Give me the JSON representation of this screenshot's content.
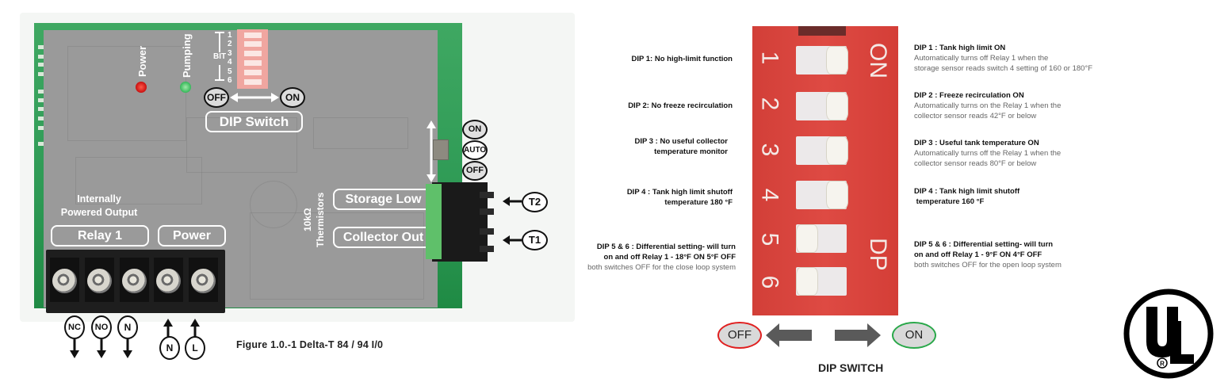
{
  "board": {
    "leds": [
      {
        "label": "Power",
        "color": "#e02020"
      },
      {
        "label": "Pumping",
        "color": "#3cc060"
      }
    ],
    "bit_label": "BIT",
    "bit_numbers": [
      "1",
      "2",
      "3",
      "4",
      "5",
      "6"
    ],
    "dip_direction": {
      "off": "OFF",
      "on": "ON"
    },
    "dip_switch_label": "DIP Switch",
    "mode_switch": [
      "ON",
      "AUTO",
      "OFF"
    ],
    "internally_powered_output": [
      "Internally",
      "Powered Output"
    ],
    "relay_label": "Relay 1",
    "power_label": "Power",
    "thermistors_resistance": "10kΩ",
    "thermistors_label": "Thermistors",
    "storage_low_label": "Storage Low",
    "collector_out_label": "Collector Out",
    "sensor_tags": [
      "T2",
      "T1"
    ],
    "output_terminals": [
      "NC",
      "NO",
      "N"
    ],
    "input_terminals": [
      "N",
      "L"
    ],
    "figure_caption": "Figure 1.0.-1 Delta-T 84 / 94 I/0"
  },
  "dip_off_descriptions": [
    {
      "lines": [
        "DIP 1: No high-limit function"
      ]
    },
    {
      "lines": [
        "DIP 2: No freeze recirculation"
      ]
    },
    {
      "lines": [
        "DIP 3 : No useful collector",
        "temperature monitor"
      ]
    },
    {
      "lines": [
        "DIP 4 : Tank high limit shutoff",
        "temperature 180 °F"
      ]
    },
    {
      "lines": [
        "DIP 5 & 6 : Differential setting- will turn",
        "on and off Relay 1 - 18°F ON 5°F OFF"
      ],
      "note": "both switches OFF for the close loop system"
    }
  ],
  "dip_on_descriptions": [
    {
      "title": "DIP 1 : Tank high limit ON",
      "note": [
        "Automatically turns off Relay 1 when the",
        "storage sensor reads switch 4 setting of 160 or 180°F"
      ]
    },
    {
      "title": "DIP 2 : Freeze recirculation ON",
      "note": [
        "Automatically turns on the Relay 1 when the",
        "collector sensor reads 42°F or below"
      ]
    },
    {
      "title": "DIP 3 : Useful tank temperature ON",
      "note": [
        "Automatically turns off the Relay 1 when the",
        "collector sensor reads 80°F or below"
      ]
    },
    {
      "title": "DIP 4 : Tank high limit shutoff",
      "title2": " temperature 160 °F"
    },
    {
      "title": "DIP 5 & 6 : Differential setting- will turn",
      "title2": "on and off Relay 1 - 9°F ON 4°F OFF",
      "note": [
        "both switches OFF for the open loop system"
      ]
    }
  ],
  "dip_photo": {
    "numbers": [
      "1",
      "2",
      "3",
      "4",
      "5",
      "6"
    ],
    "on_marking": "ON",
    "dp_marking": "DP",
    "switch_states": [
      "ON",
      "ON",
      "ON",
      "ON",
      "OFF",
      "OFF"
    ],
    "colors": {
      "body": "#d8403a",
      "off_ring": "#e02020",
      "on_ring": "#2aa84a"
    }
  },
  "legend": {
    "off": "OFF",
    "on": "ON",
    "title": "DIP SWITCH"
  },
  "logo": {
    "letters": "UL",
    "registered": "®"
  }
}
